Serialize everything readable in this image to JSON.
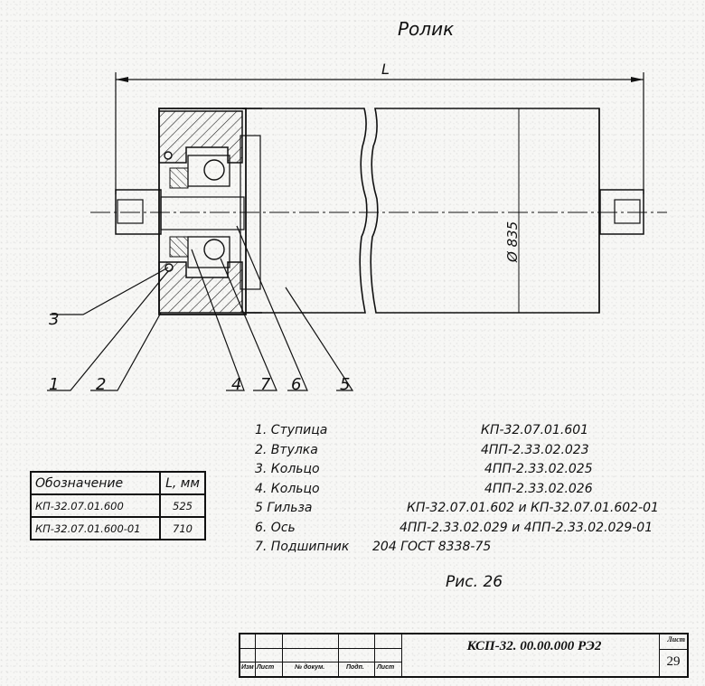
{
  "title": "Ролик",
  "dimensions": {
    "length_label": "L",
    "diameter_label": "Ø 835"
  },
  "callouts": [
    "3",
    "1",
    "2",
    "4",
    "7",
    "6",
    "5"
  ],
  "parts": [
    {
      "name": "1. Ступица",
      "code": "КП-32.07.01.601"
    },
    {
      "name": "2. Втулка",
      "code": "4ПП-2.33.02.023"
    },
    {
      "name": "3. Кольцо",
      "code": "4ПП-2.33.02.025"
    },
    {
      "name": "4. Кольцо",
      "code": "4ПП-2.33.02.026"
    },
    {
      "name": "5 Гильза",
      "code": "КП-32.07.01.602 и КП-32.07.01.602-01"
    },
    {
      "name": "6. Ось",
      "code": "4ПП-2.33.02.029 и 4ПП-2.33.02.029-01"
    },
    {
      "name": "7. Подшипник",
      "code": "204 ГОСТ 8338-75"
    }
  ],
  "designation_table": {
    "headers": [
      "Обозначение",
      "L, мм"
    ],
    "rows": [
      [
        "КП-32.07.01.600",
        "525"
      ],
      [
        "КП-32.07.01.600-01",
        "710"
      ]
    ]
  },
  "figure_caption": "Рис. 26",
  "title_block": {
    "document_code": "КСП-32. 00.00.000 РЭ2",
    "sheet_label": "Лист",
    "sheet_number": "29",
    "columns": [
      "Изм",
      "Лист",
      "№ докум.",
      "Подп.",
      "Лист"
    ]
  }
}
